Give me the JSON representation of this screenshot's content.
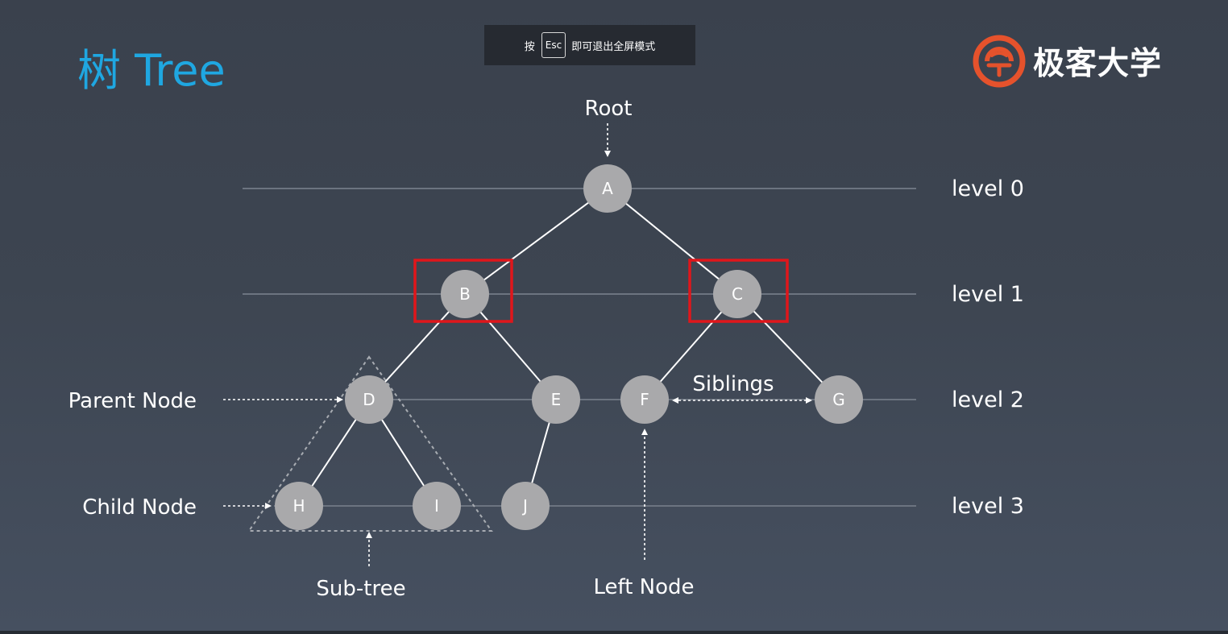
{
  "title": "树 Tree",
  "esc_hint": {
    "prefix": "按",
    "key": "Esc",
    "suffix": "即可退出全屏模式"
  },
  "logo": {
    "name": "极客大学",
    "accent_color": "#e5522c"
  },
  "colors": {
    "title": "#1fa7e1",
    "node_fill": "#a9a9ab",
    "highlight_box": "#e0161b",
    "level_line": "#6c7480"
  },
  "tree": {
    "root_label": "Root",
    "nodes": [
      {
        "id": "A",
        "level": 0
      },
      {
        "id": "B",
        "level": 1,
        "parent": "A",
        "highlighted": true
      },
      {
        "id": "C",
        "level": 1,
        "parent": "A",
        "highlighted": true
      },
      {
        "id": "D",
        "level": 2,
        "parent": "B"
      },
      {
        "id": "E",
        "level": 2,
        "parent": "B"
      },
      {
        "id": "F",
        "level": 2,
        "parent": "C"
      },
      {
        "id": "G",
        "level": 2,
        "parent": "C"
      },
      {
        "id": "H",
        "level": 3,
        "parent": "D"
      },
      {
        "id": "I",
        "level": 3,
        "parent": "D"
      },
      {
        "id": "J",
        "level": 3,
        "parent": "E"
      }
    ],
    "levels": [
      "level 0",
      "level 1",
      "level 2",
      "level 3"
    ],
    "annotations": {
      "parent_node": "Parent Node",
      "child_node": "Child Node",
      "sub_tree": "Sub-tree",
      "left_node": "Left Node",
      "siblings": "Siblings"
    }
  }
}
